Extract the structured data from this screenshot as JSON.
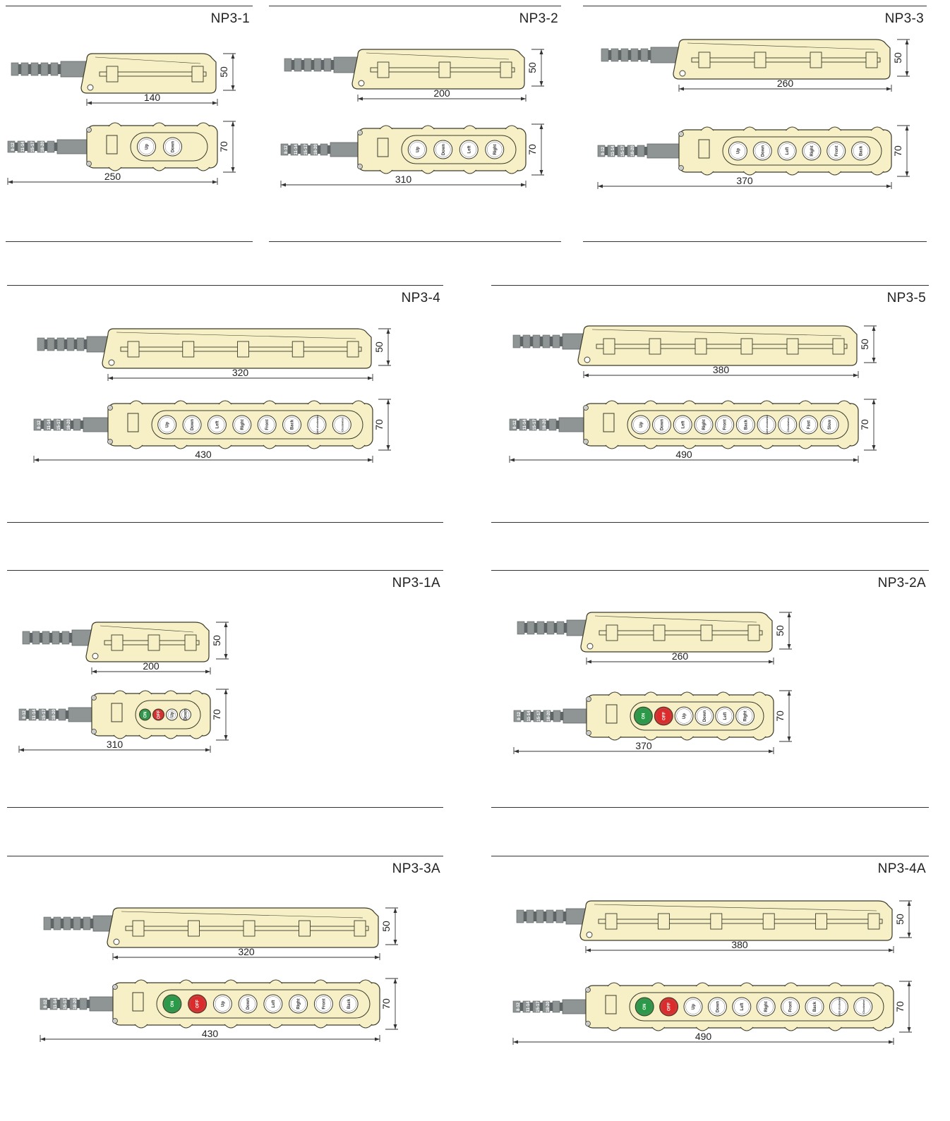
{
  "colors": {
    "housing": "#f7f0c6",
    "outline": "#3a3a2a",
    "cable": "#8f9495",
    "cable_dark": "#5f6566",
    "button": "#ffffff",
    "start": "#2a9a48",
    "stop": "#dd2a2a"
  },
  "panels": [
    {
      "id": "NP3-1",
      "model": "NP3-1",
      "side_length": "140",
      "side_height": "50",
      "front_length": "250",
      "front_height": "70",
      "slots": 2,
      "glands": [
        "8-12",
        "11-14",
        "15-17",
        "18-20"
      ],
      "buttons": [
        {
          "label": "Up"
        },
        {
          "label": "Down"
        }
      ]
    },
    {
      "id": "NP3-2",
      "model": "NP3-2",
      "side_length": "200",
      "side_height": "50",
      "front_length": "310",
      "front_height": "70",
      "slots": 3,
      "glands": [
        "8-12",
        "11-14",
        "15-17",
        "18-20"
      ],
      "buttons": [
        {
          "label": "Up"
        },
        {
          "label": "Down"
        },
        {
          "label": "Left"
        },
        {
          "label": "Right"
        }
      ]
    },
    {
      "id": "NP3-3",
      "model": "NP3-3",
      "side_length": "260",
      "side_height": "50",
      "front_length": "370",
      "front_height": "70",
      "slots": 4,
      "glands": [
        "8-12",
        "11-14",
        "15-17",
        "18-20"
      ],
      "buttons": [
        {
          "label": "Up"
        },
        {
          "label": "Down"
        },
        {
          "label": "Left"
        },
        {
          "label": "Right"
        },
        {
          "label": "Front"
        },
        {
          "label": "Back"
        }
      ]
    },
    {
      "id": "NP3-4",
      "model": "NP3-4",
      "side_length": "320",
      "side_height": "50",
      "front_length": "430",
      "front_height": "70",
      "slots": 5,
      "glands": [
        "8-12",
        "11-14",
        "15-17",
        "18-20"
      ],
      "buttons": [
        {
          "label": "Up"
        },
        {
          "label": "Down"
        },
        {
          "label": "Left"
        },
        {
          "label": "Right"
        },
        {
          "label": "Front"
        },
        {
          "label": "Back"
        },
        {
          "label": "Anti clockwise"
        },
        {
          "label": "Clockwise"
        }
      ]
    },
    {
      "id": "NP3-5",
      "model": "NP3-5",
      "side_length": "380",
      "side_height": "50",
      "front_length": "490",
      "front_height": "70",
      "slots": 6,
      "glands": [
        "8-12",
        "11-14",
        "15-17",
        "18-20"
      ],
      "buttons": [
        {
          "label": "Up"
        },
        {
          "label": "Down"
        },
        {
          "label": "Left"
        },
        {
          "label": "Right"
        },
        {
          "label": "Front"
        },
        {
          "label": "Back"
        },
        {
          "label": "Anti clockwise"
        },
        {
          "label": "Clockwise"
        },
        {
          "label": "Fast"
        },
        {
          "label": "Slow"
        }
      ]
    },
    {
      "id": "NP3-1A",
      "model": "NP3-1A",
      "side_length": "200",
      "side_height": "50",
      "front_length": "310",
      "front_height": "70",
      "slots": 3,
      "glands": [
        "8-12",
        "11-14",
        "15-17",
        "18-20"
      ],
      "buttons": [
        {
          "label": "ON",
          "kind": "start"
        },
        {
          "label": "OFF",
          "kind": "stop"
        },
        {
          "label": "Up"
        },
        {
          "label": "Down"
        }
      ]
    },
    {
      "id": "NP3-2A",
      "model": "NP3-2A",
      "side_length": "260",
      "side_height": "50",
      "front_length": "370",
      "front_height": "70",
      "slots": 4,
      "glands": [
        "8-12",
        "11-14",
        "15-17",
        "18-20"
      ],
      "buttons": [
        {
          "label": "ON",
          "kind": "start"
        },
        {
          "label": "OFF",
          "kind": "stop"
        },
        {
          "label": "Up"
        },
        {
          "label": "Down"
        },
        {
          "label": "Left"
        },
        {
          "label": "Right"
        }
      ]
    },
    {
      "id": "NP3-3A",
      "model": "NP3-3A",
      "side_length": "320",
      "side_height": "50",
      "front_length": "430",
      "front_height": "70",
      "slots": 5,
      "glands": [
        "8-12",
        "11-14",
        "15-17",
        "18-20"
      ],
      "buttons": [
        {
          "label": "ON",
          "kind": "start"
        },
        {
          "label": "OFF",
          "kind": "stop"
        },
        {
          "label": "Up"
        },
        {
          "label": "Down"
        },
        {
          "label": "Left"
        },
        {
          "label": "Right"
        },
        {
          "label": "Front"
        },
        {
          "label": "Back"
        }
      ]
    },
    {
      "id": "NP3-4A",
      "model": "NP3-4A",
      "side_length": "380",
      "side_height": "50",
      "front_length": "490",
      "front_height": "70",
      "slots": 6,
      "glands": [
        "8-12",
        "11-14",
        "15-17",
        "18-20"
      ],
      "buttons": [
        {
          "label": "ON",
          "kind": "start"
        },
        {
          "label": "OFF",
          "kind": "stop"
        },
        {
          "label": "Up"
        },
        {
          "label": "Down"
        },
        {
          "label": "Left"
        },
        {
          "label": "Right"
        },
        {
          "label": "Front"
        },
        {
          "label": "Back"
        },
        {
          "label": "Anti clockwise"
        },
        {
          "label": "Clockwise"
        }
      ]
    }
  ]
}
